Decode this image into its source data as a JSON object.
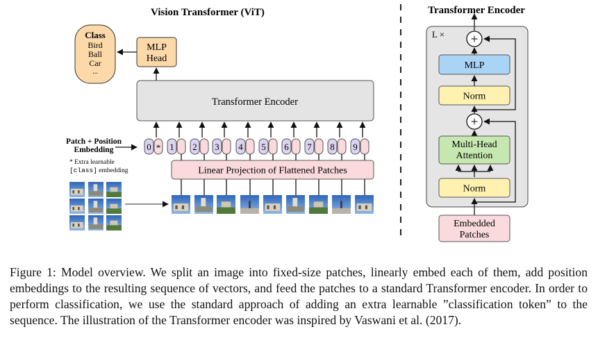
{
  "vit": {
    "title": "Vision Transformer (ViT)",
    "class_box": {
      "heading": "Class",
      "items": [
        "Bird",
        "Ball",
        "Car",
        "..."
      ]
    },
    "mlp_head": [
      "MLP",
      "Head"
    ],
    "encoder_label": "Transformer Encoder",
    "embedding_label": [
      "Patch + Position",
      "Embedding"
    ],
    "note_line1": "* Extra learnable",
    "note_code": "[class]",
    "note_rest": " embedding",
    "tokens": [
      "0",
      "1",
      "2",
      "3",
      "4",
      "5",
      "6",
      "7",
      "8",
      "9"
    ],
    "class_token_mark": "*",
    "projection_label": "Linear Projection of Flattened Patches"
  },
  "encoder_detail": {
    "title": "Transformer Encoder",
    "repeat_label": "L ×",
    "plus": "+",
    "mlp": "MLP",
    "norm_top": "Norm",
    "attention": [
      "Multi-Head",
      "Attention"
    ],
    "norm_bottom": "Norm",
    "input": [
      "Embedded",
      "Patches"
    ]
  },
  "colors": {
    "orange": "#fdd9a9",
    "gray": "#e4e4e4",
    "pink": "#fadadd",
    "purple_token": "#dcd3f0",
    "blue": "#a9d4f5",
    "yellow": "#fff2b0",
    "green": "#c6e8b0",
    "panel": "#e5e5e5"
  },
  "caption": "Figure 1: Model overview. We split an image into fixed-size patches, linearly embed each of them, add position embeddings to the resulting sequence of vectors, and feed the patches to a standard Transformer encoder. In order to perform classification, we use the standard approach of adding an extra learnable ”classification token” to the sequence. The illustration of the Transformer encoder was inspired by Vaswani et al. (2017)."
}
